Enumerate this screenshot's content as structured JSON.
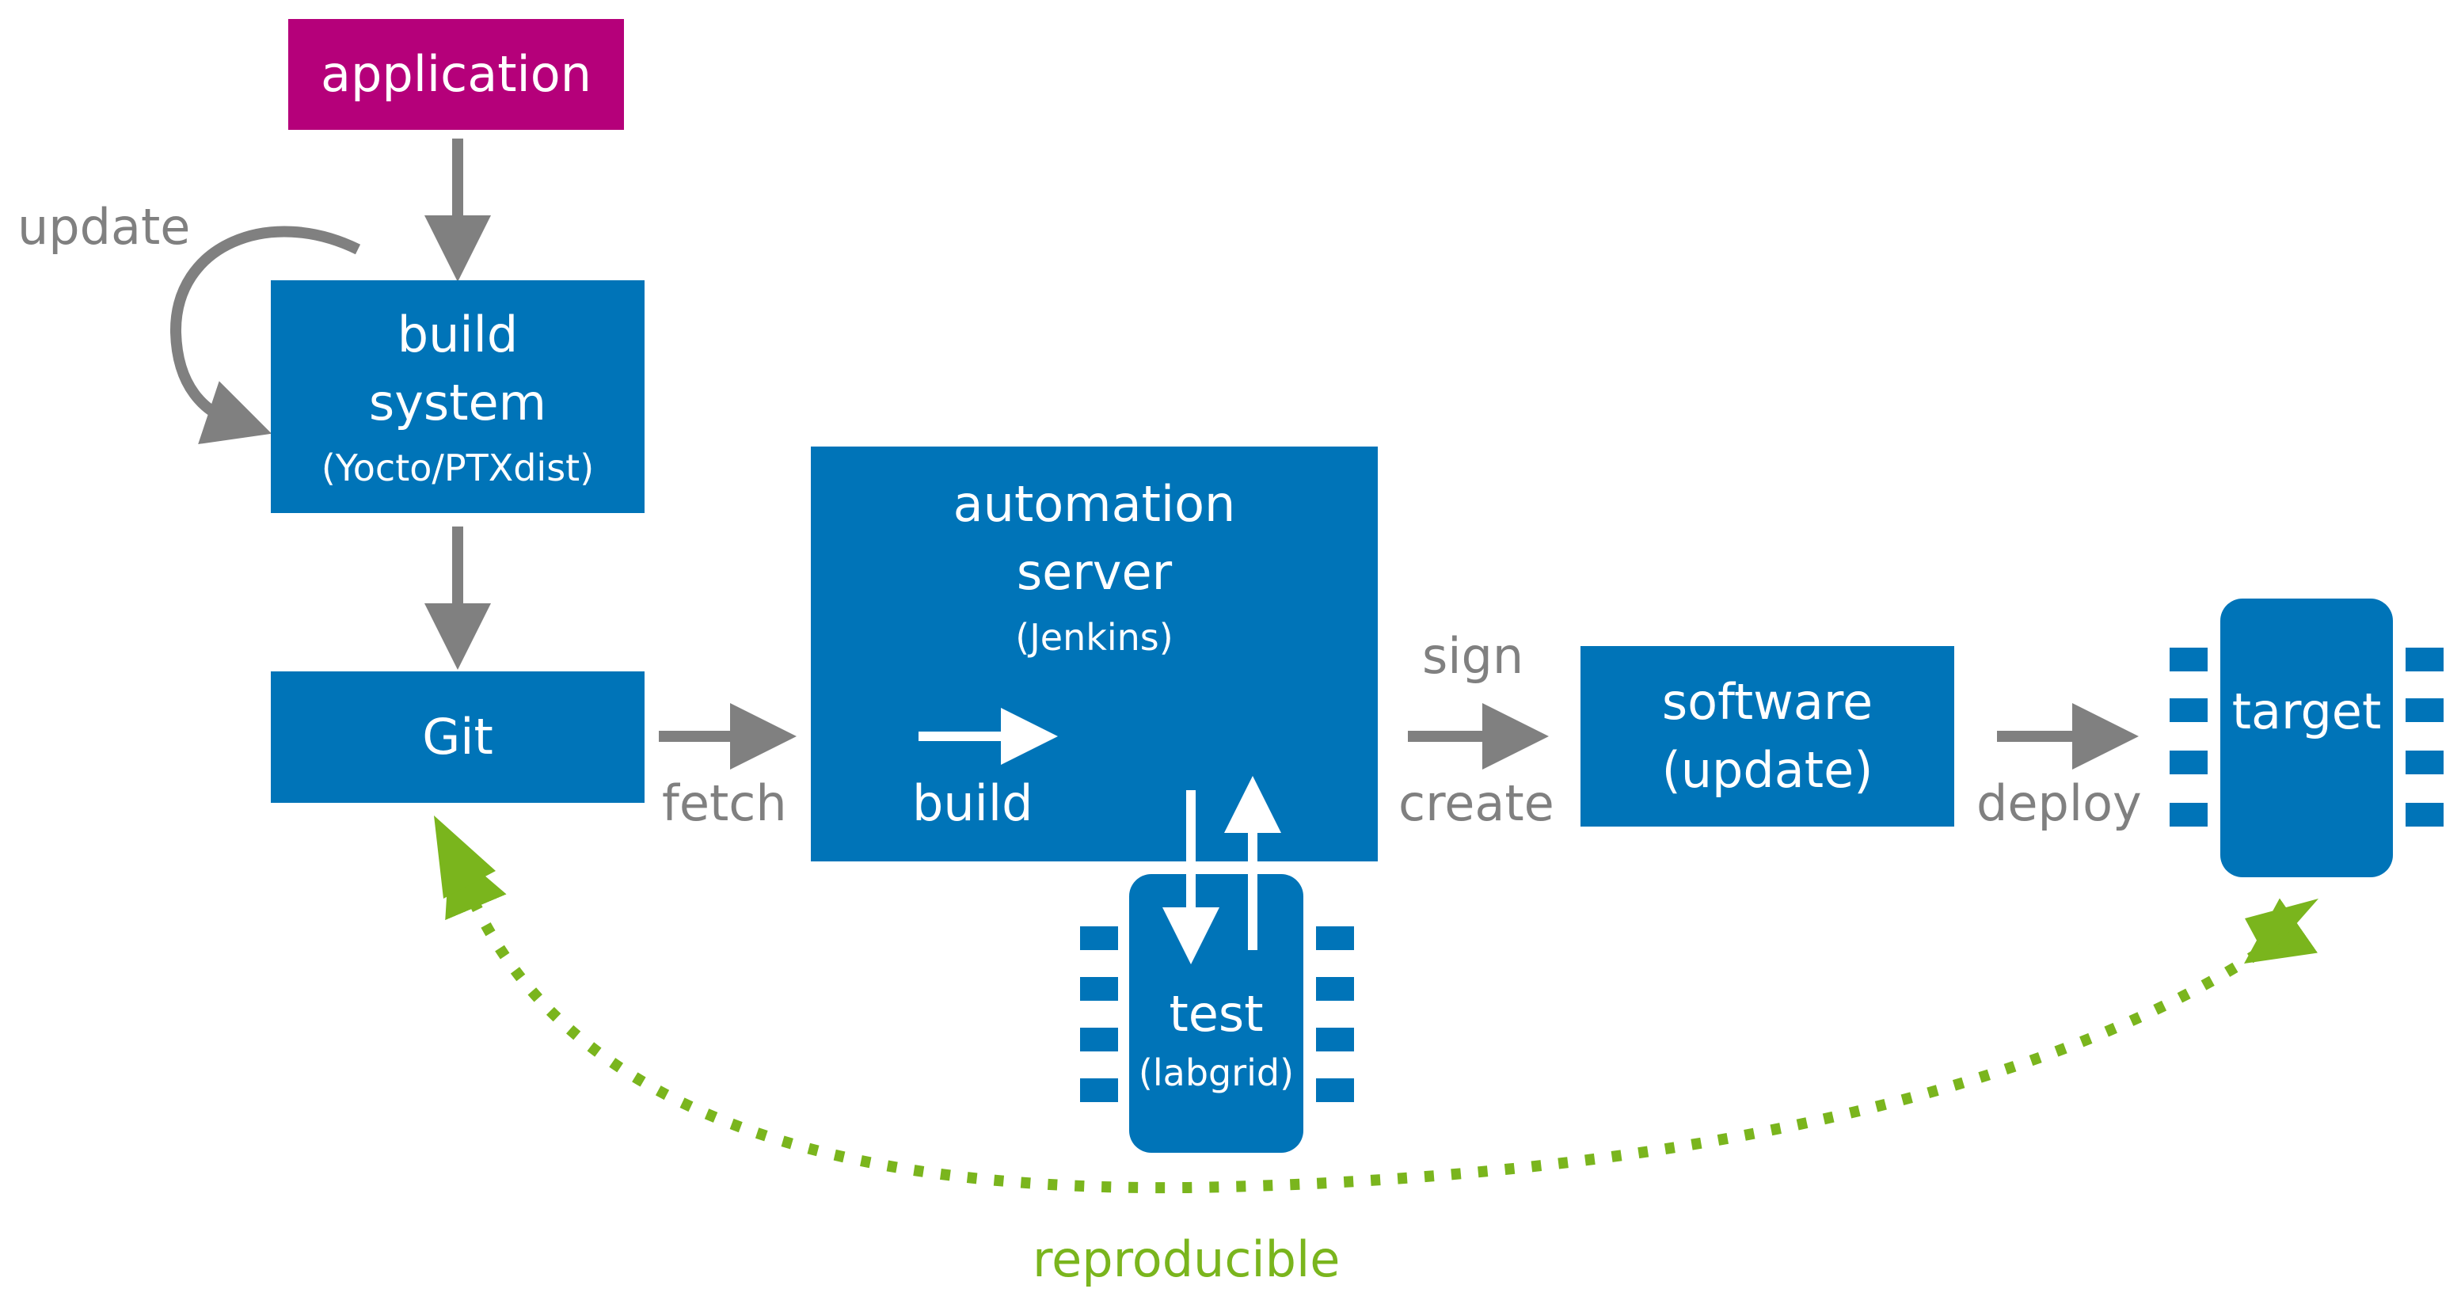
{
  "boxes": {
    "application": {
      "title": "application"
    },
    "build_system": {
      "line1": "build",
      "line2": "system",
      "sub": "(Yocto/PTXdist)"
    },
    "git": {
      "title": "Git"
    },
    "automation_server": {
      "line1": "automation",
      "line2": "server",
      "sub": "(Jenkins)"
    },
    "software": {
      "line1": "software",
      "line2": "(update)"
    },
    "test": {
      "title": "test",
      "sub": "(labgrid)"
    },
    "target": {
      "title": "target"
    }
  },
  "labels": {
    "update": "update",
    "fetch": "fetch",
    "build": "build",
    "sign": "sign",
    "create": "create",
    "deploy": "deploy",
    "reproducible": "reproducible"
  },
  "colors": {
    "blue": "#0074b8",
    "magenta": "#b5007a",
    "gray_arrow": "#808080",
    "green": "#7ab51d"
  }
}
